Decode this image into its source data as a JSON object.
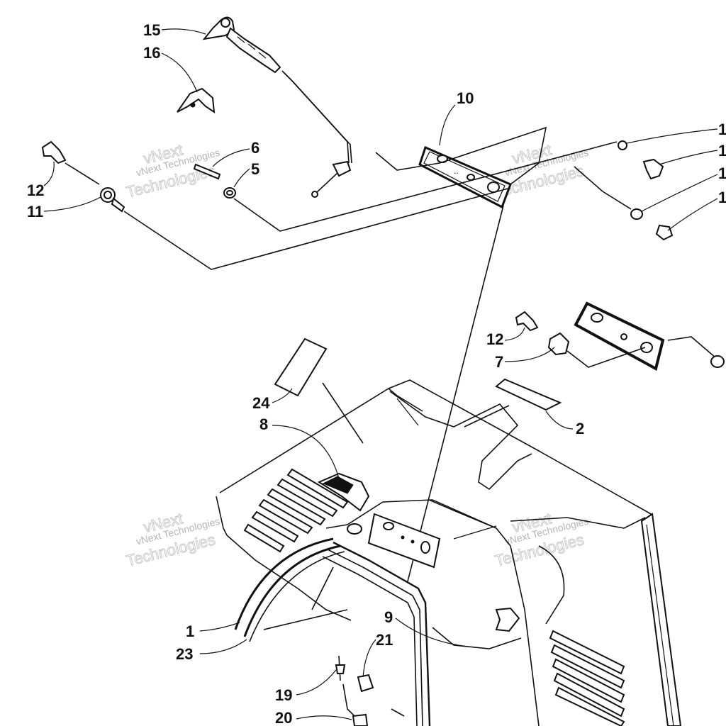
{
  "watermark": {
    "line1": "vNext",
    "line2": "vNext Technologies",
    "line3": "Technologies"
  },
  "callouts": {
    "c15": "15",
    "c16": "16",
    "c10": "10",
    "c6": "6",
    "c5": "5",
    "c12a": "12",
    "c11": "11",
    "c1a": "1",
    "c1b": "1",
    "c1c": "1",
    "c1d": "1",
    "c12b": "12",
    "c7": "7",
    "c24": "24",
    "c8": "8",
    "c2": "2",
    "c1e": "1",
    "c23": "23",
    "c9": "9",
    "c21": "21",
    "c19": "19",
    "c20": "20"
  }
}
